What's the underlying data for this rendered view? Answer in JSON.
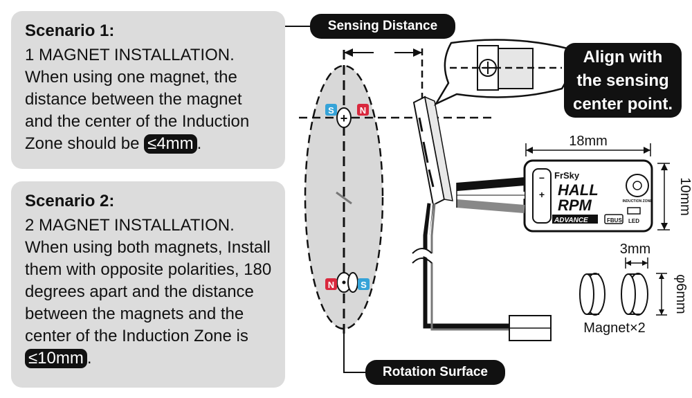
{
  "scenario1": {
    "title": "Scenario 1:",
    "body": "1 MAGNET INSTALLATION. When using one magnet, the distance between the magnet and the center of the Induction Zone should be",
    "highlight": "≤4mm",
    "end": "."
  },
  "scenario2": {
    "title": "Scenario 2:",
    "body": "2 MAGNET INSTALLATION. When using both magnets, Install them with opposite polarities, 180 degrees apart and the distance between the magnets and the center of the Induction Zone is",
    "highlight": "≤10mm",
    "end": "."
  },
  "labels": {
    "sensing_distance": "Sensing Distance",
    "rotation_surface": "Rotation Surface",
    "align_line1": "Align with",
    "align_line2": "the sensing",
    "align_line3": "center point."
  },
  "dimensions": {
    "width": "18mm",
    "height": "10mm",
    "magnet_thickness": "3mm",
    "magnet_diameter": "φ6mm",
    "magnet_count": "Magnet×2"
  },
  "poles": {
    "south": "S",
    "north": "N"
  },
  "sensor": {
    "brand": "FrSky",
    "model_line1": "HALL",
    "model_line2": "RPM",
    "badge_advance": "ADVANCE",
    "badge_fbus": "FBUS",
    "badge_led": "LED",
    "zone_label": "INDUCTION ZONE",
    "pin_minus": "−",
    "pin_plus": "+"
  },
  "colors": {
    "card_bg": "#dcdcdc",
    "south": "#35a3d8",
    "north": "#d9283d",
    "ellipse": "#d8d8d8"
  }
}
